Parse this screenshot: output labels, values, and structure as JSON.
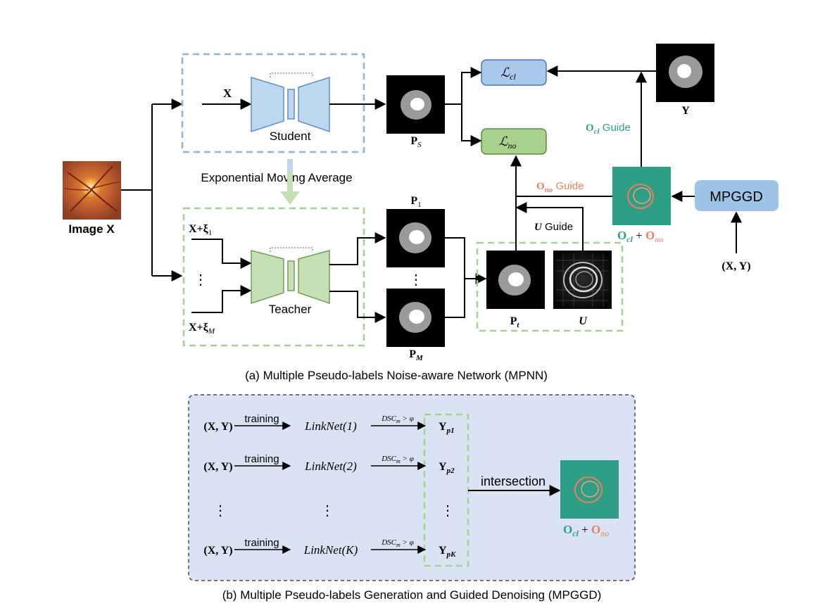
{
  "labels": {
    "image": "Image X",
    "x_input": "X",
    "student": "Student",
    "ema": "Exponential Moving Average",
    "x_plus_1": "X+ξ",
    "x_plus_1_sub": "1",
    "x_plus_m": "X+ξ",
    "x_plus_m_sub": "M",
    "teacher": "Teacher",
    "ps_main": "P",
    "ps_sub": "S",
    "p1_main": "P",
    "p1_sub": "1",
    "pm_main": "P",
    "pm_sub": "M",
    "pt_main": "P",
    "pt_sub": "t",
    "u": "U",
    "y": "Y",
    "l_main": "ℒ",
    "l_cl_sub": "cl",
    "l_no_sub": "no",
    "ocl_guide_o": "O",
    "ocl_guide_sub": "cl",
    "ocl_guide_word": "Guide",
    "ono_guide_o": "O",
    "ono_guide_sub": "no",
    "ono_guide_word": "Guide",
    "u_guide_u": "U",
    "u_guide_word": "Guide",
    "ocl_o": "O",
    "ocl_sub": "cl",
    "plus": "+",
    "ono_o": "O",
    "ono_sub": "no",
    "mpggd": "MPGGD",
    "xy": "(X, Y)",
    "dots": "⋮",
    "caption_a": "(a) Multiple Pseudo-labels Noise-aware Network (MPNN)"
  },
  "panel_b": {
    "rows": [
      {
        "xy": "(X, Y)",
        "training": "training",
        "linknet": "LinkNet(1)",
        "cond": "DSC",
        "cond_sub": "m",
        "cond_rest": " > φ",
        "y": "Y",
        "y_sub": "p1"
      },
      {
        "xy": "(X, Y)",
        "training": "training",
        "linknet": "LinkNet(2)",
        "cond": "DSC",
        "cond_sub": "m",
        "cond_rest": " > φ",
        "y": "Y",
        "y_sub": "p2"
      },
      {
        "xy": "(X, Y)",
        "training": "training",
        "linknet": "LinkNet(K)",
        "cond": "DSC",
        "cond_sub": "m",
        "cond_rest": " > φ",
        "y": "Y",
        "y_sub": "pK"
      }
    ],
    "dots": "⋮",
    "intersection": "intersection",
    "result_o1": "O",
    "result_sub1": "cl",
    "result_plus": "+",
    "result_o2": "O",
    "result_sub2": "no",
    "caption_b": "(b) Multiple Pseudo-labels Generation and Guided Denoising (MPGGD)"
  },
  "colors": {
    "student_blue": "#bdd7ee",
    "student_stroke": "#5b8fc9",
    "teacher_green": "#c5e0b4",
    "teacher_stroke": "#71a050",
    "dash_blue": "#8ab4e0",
    "dash_green": "#a9d18e",
    "loss_cl": "#a9c8ec",
    "loss_no": "#a9d18e",
    "teal": "#2e9e86",
    "orange": "#ef7d5a",
    "mpggd_box": "#9dc3e6",
    "panel_b_bg": "#dae3f3",
    "panel_b_border": "#404a6a"
  }
}
